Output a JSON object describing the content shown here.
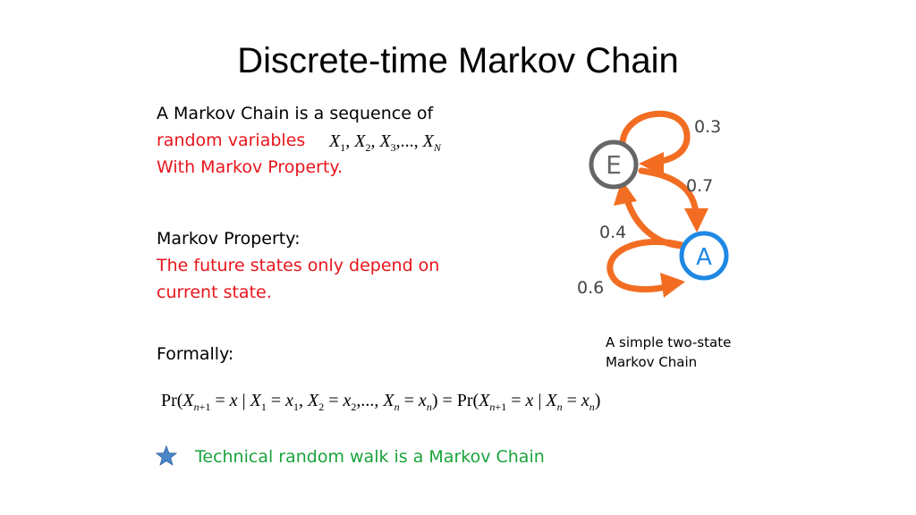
{
  "slide": {
    "title": "Discrete-time Markov Chain",
    "intro_line1": "A Markov  Chain is  a sequence of",
    "intro_line2": "random variables",
    "intro_line3": "With Markov Property.",
    "sequence_math": "X1, X2, X3, ..., XN",
    "property_heading": "Markov Property:",
    "property_line1": "The future states only depend on",
    "property_line2": "current state.",
    "formally": "Formally:",
    "formula": "Pr(Xn+1 = x | X1 = x1, X2 = x2, ..., Xn = xn) = Pr(Xn+1 = x | Xn = xn)",
    "bullet_icon": "star-icon",
    "bullet_text": "Technical random walk is a Markov Chain"
  },
  "diagram": {
    "caption_line1": "A simple two-state",
    "caption_line2": "Markov Chain",
    "state_e": "E",
    "state_a": "A",
    "p_ee": "0.3",
    "p_ea": "0.7",
    "p_ae": "0.4",
    "p_aa": "0.6",
    "colors": {
      "arrow": "#f26d22",
      "state_e": "#666666",
      "state_a": "#1e88e5",
      "red_text": "#e8151b",
      "green_text": "#1aa33c"
    }
  }
}
